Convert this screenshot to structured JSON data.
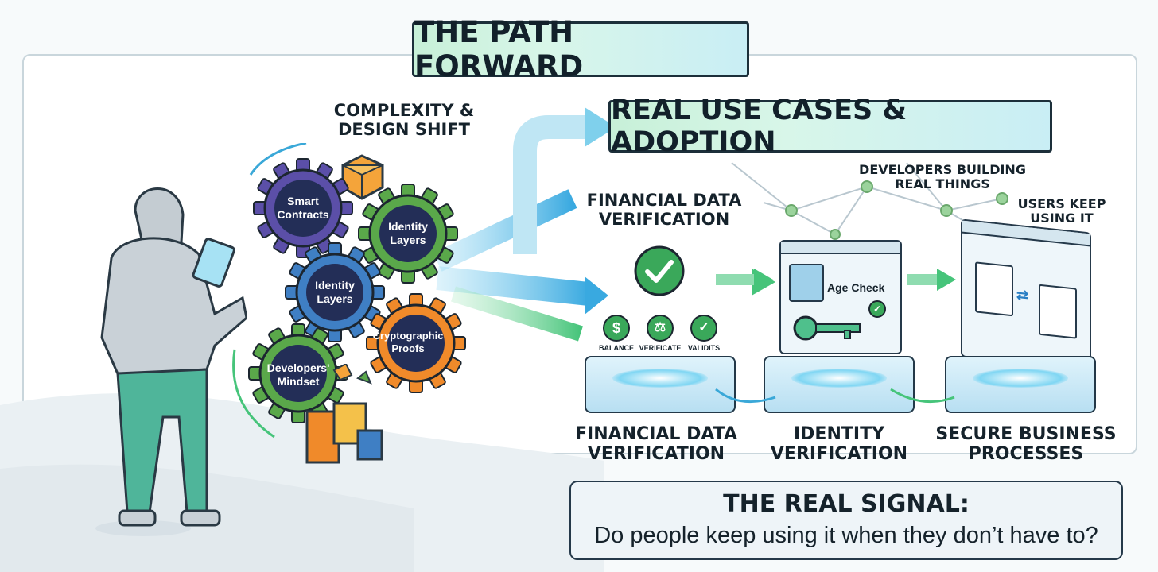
{
  "title": "THE PATH FORWARD",
  "subtitle": "REAL USE CASES & ADOPTION",
  "complexity_label": "COMPLEXITY &\nDESIGN SHIFT",
  "gears": {
    "smart_contracts": "Smart\nContracts",
    "identity_layers_top": "Identity\nLayers",
    "identity_layers_mid": "Identity\nLayers",
    "cryptographic_proofs": "Cryptographic\nProofs",
    "developers_mindset": "Developers'\nMindset"
  },
  "network_labels": {
    "developers": "DEVELOPERS BUILDING\nREAL THINGS",
    "users": "USERS KEEP\nUSING IT"
  },
  "card1": {
    "top_label": "FINANCIAL DATA\nVERIFICATION",
    "icons": [
      "BALANCE",
      "VERIFICATE",
      "VALIDITS"
    ],
    "bottom_label": "FINANCIAL DATA\nVERIFICATION"
  },
  "card2": {
    "check_label": "Age Check",
    "bottom_label": "IDENTITY\nVERIFICATION"
  },
  "card3": {
    "bottom_label": "SECURE BUSINESS\nPROCESSES"
  },
  "signal": {
    "heading": "THE REAL SIGNAL:",
    "question": "Do people keep using it when they don’t have to?"
  },
  "colors": {
    "gear_purple": "#5b4fa8",
    "gear_green": "#5aa84a",
    "gear_blue": "#3f7fc4",
    "gear_orange": "#f08a2a",
    "check_green": "#3aa85a",
    "banner_mint": "#c7f0d8"
  }
}
